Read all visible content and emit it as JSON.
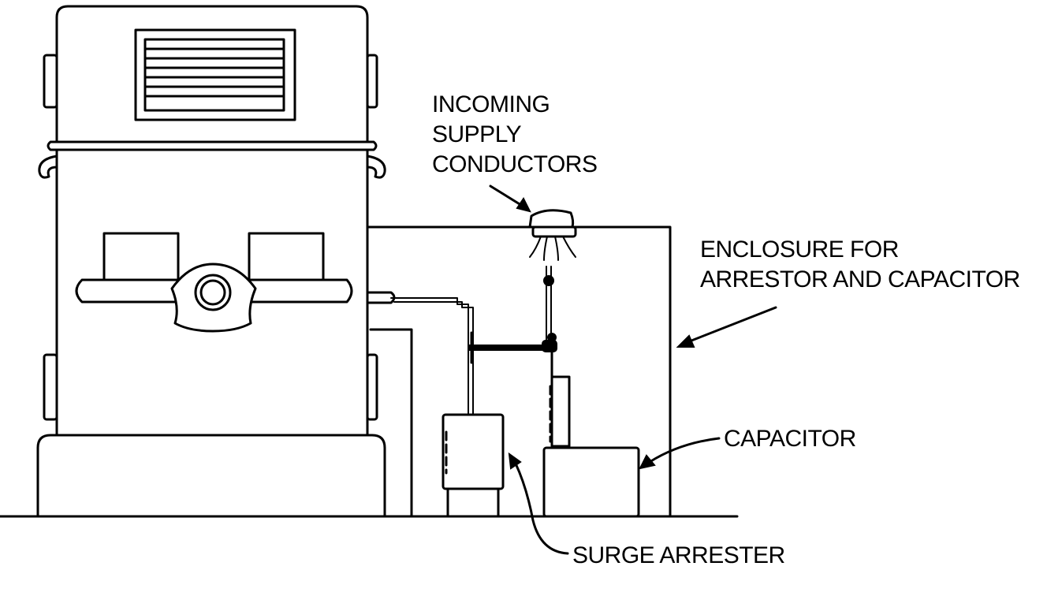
{
  "labels": {
    "incoming_line1": "INCOMING",
    "incoming_line2": "SUPPLY",
    "incoming_line3": "CONDUCTORS",
    "enclosure_line1": "ENCLOSURE FOR",
    "enclosure_line2": "ARRESTOR AND CAPACITOR",
    "capacitor": "CAPACITOR",
    "surge_arrester": "SURGE ARRESTER"
  }
}
